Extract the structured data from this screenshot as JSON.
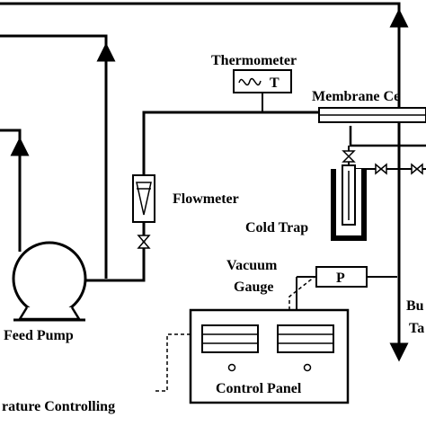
{
  "labels": {
    "thermometer": "Thermometer",
    "thermometer_symbol": "T",
    "membrane_cell": "Membrane Ce",
    "flowmeter": "Flowmeter",
    "cold_trap": "Cold Trap",
    "vacuum_gauge_line1": "Vacuum",
    "vacuum_gauge_line2": "Gauge",
    "pressure_symbol": "P",
    "feed_pump": "Feed Pump",
    "control_panel": "Control Panel",
    "temperature_controlling": "rature Controlling",
    "buffer_tank_line1": "Bu",
    "buffer_tank_line2": "Ta"
  }
}
